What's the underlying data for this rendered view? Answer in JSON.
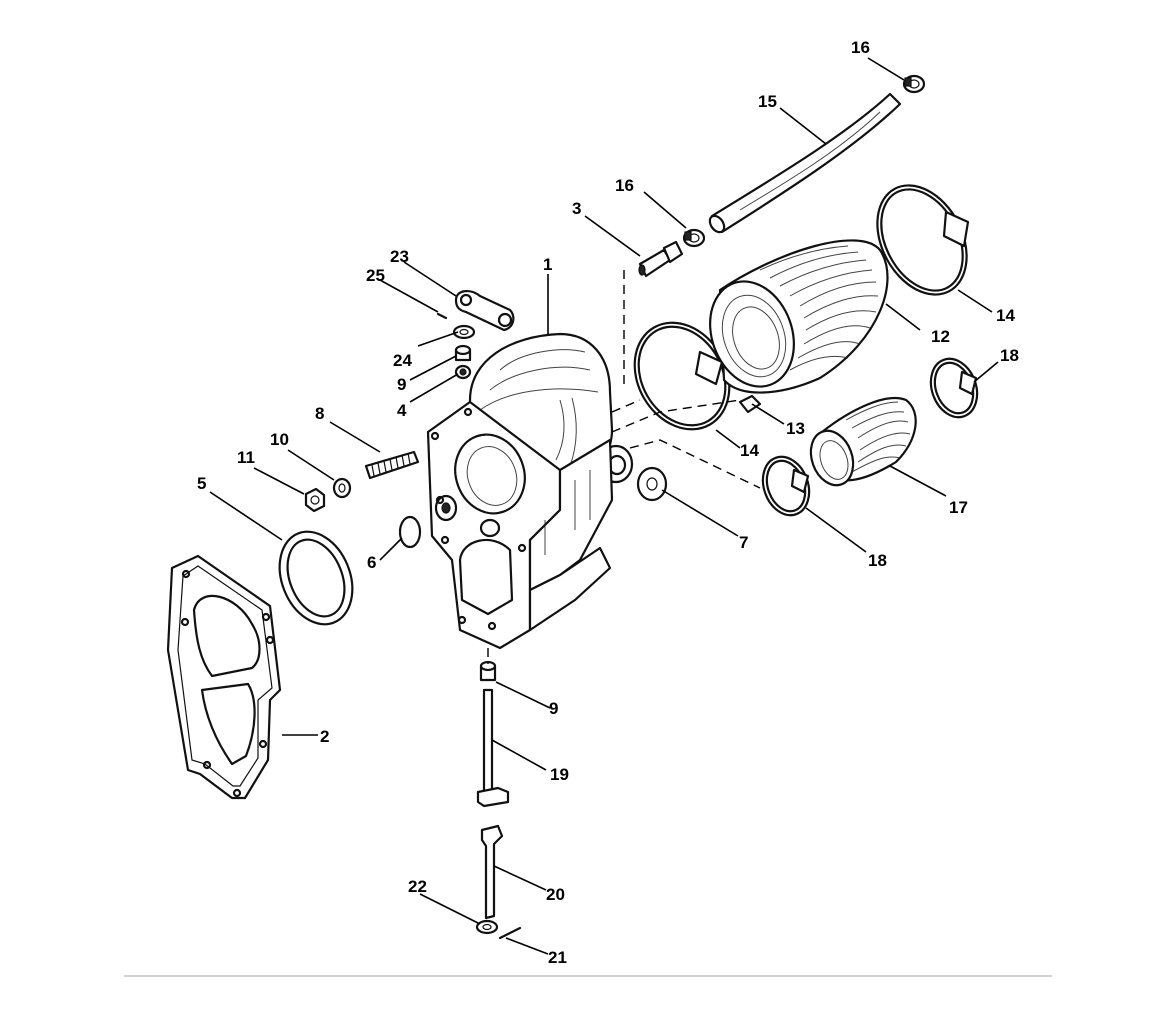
{
  "diagram": {
    "callouts": [
      {
        "id": "c1",
        "label": "1"
      },
      {
        "id": "c2",
        "label": "2"
      },
      {
        "id": "c3",
        "label": "3"
      },
      {
        "id": "c4",
        "label": "4"
      },
      {
        "id": "c5",
        "label": "5"
      },
      {
        "id": "c6",
        "label": "6"
      },
      {
        "id": "c7",
        "label": "7"
      },
      {
        "id": "c8",
        "label": "8"
      },
      {
        "id": "c9a",
        "label": "9"
      },
      {
        "id": "c9b",
        "label": "9"
      },
      {
        "id": "c10",
        "label": "10"
      },
      {
        "id": "c11",
        "label": "11"
      },
      {
        "id": "c12",
        "label": "12"
      },
      {
        "id": "c13",
        "label": "13"
      },
      {
        "id": "c14a",
        "label": "14"
      },
      {
        "id": "c14b",
        "label": "14"
      },
      {
        "id": "c15",
        "label": "15"
      },
      {
        "id": "c16a",
        "label": "16"
      },
      {
        "id": "c16b",
        "label": "16"
      },
      {
        "id": "c17",
        "label": "17"
      },
      {
        "id": "c18a",
        "label": "18"
      },
      {
        "id": "c18b",
        "label": "18"
      },
      {
        "id": "c19",
        "label": "19"
      },
      {
        "id": "c20",
        "label": "20"
      },
      {
        "id": "c21",
        "label": "21"
      },
      {
        "id": "c22",
        "label": "22"
      },
      {
        "id": "c23",
        "label": "23"
      },
      {
        "id": "c24",
        "label": "24"
      },
      {
        "id": "c25",
        "label": "25"
      }
    ]
  }
}
